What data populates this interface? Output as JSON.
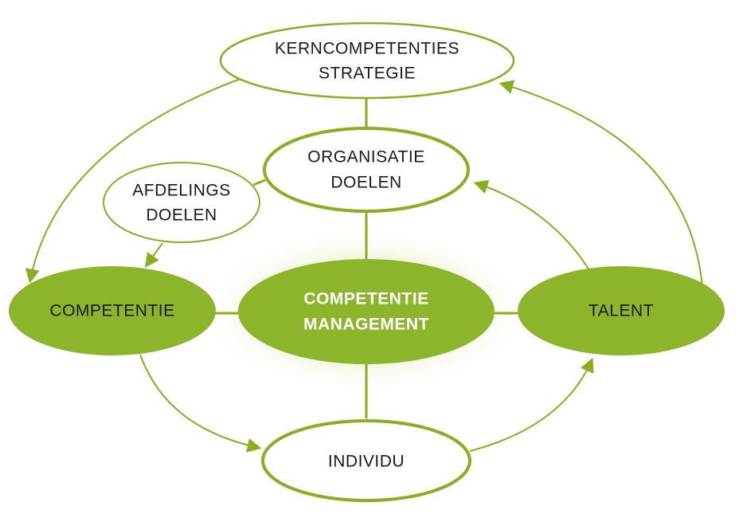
{
  "colors": {
    "accent": "#8db52c",
    "stroke": "#86b01e",
    "text": "#1a1a1a",
    "center_text": "#ffffff",
    "background": "#ffffff"
  },
  "nodes": {
    "kerncompetenties": {
      "line1": "KERNCOMPETENTIES",
      "line2": "STRATEGIE"
    },
    "organisatie": {
      "line1": "ORGANISATIE",
      "line2": "DOELEN"
    },
    "afdelings": {
      "line1": "AFDELINGS",
      "line2": "DOELEN"
    },
    "competentie": {
      "label": "COMPETENTIE"
    },
    "management": {
      "line1": "COMPETENTIE",
      "line2": "MANAGEMENT"
    },
    "talent": {
      "label": "TALENT"
    },
    "individu": {
      "label": "INDIVIDU"
    }
  }
}
